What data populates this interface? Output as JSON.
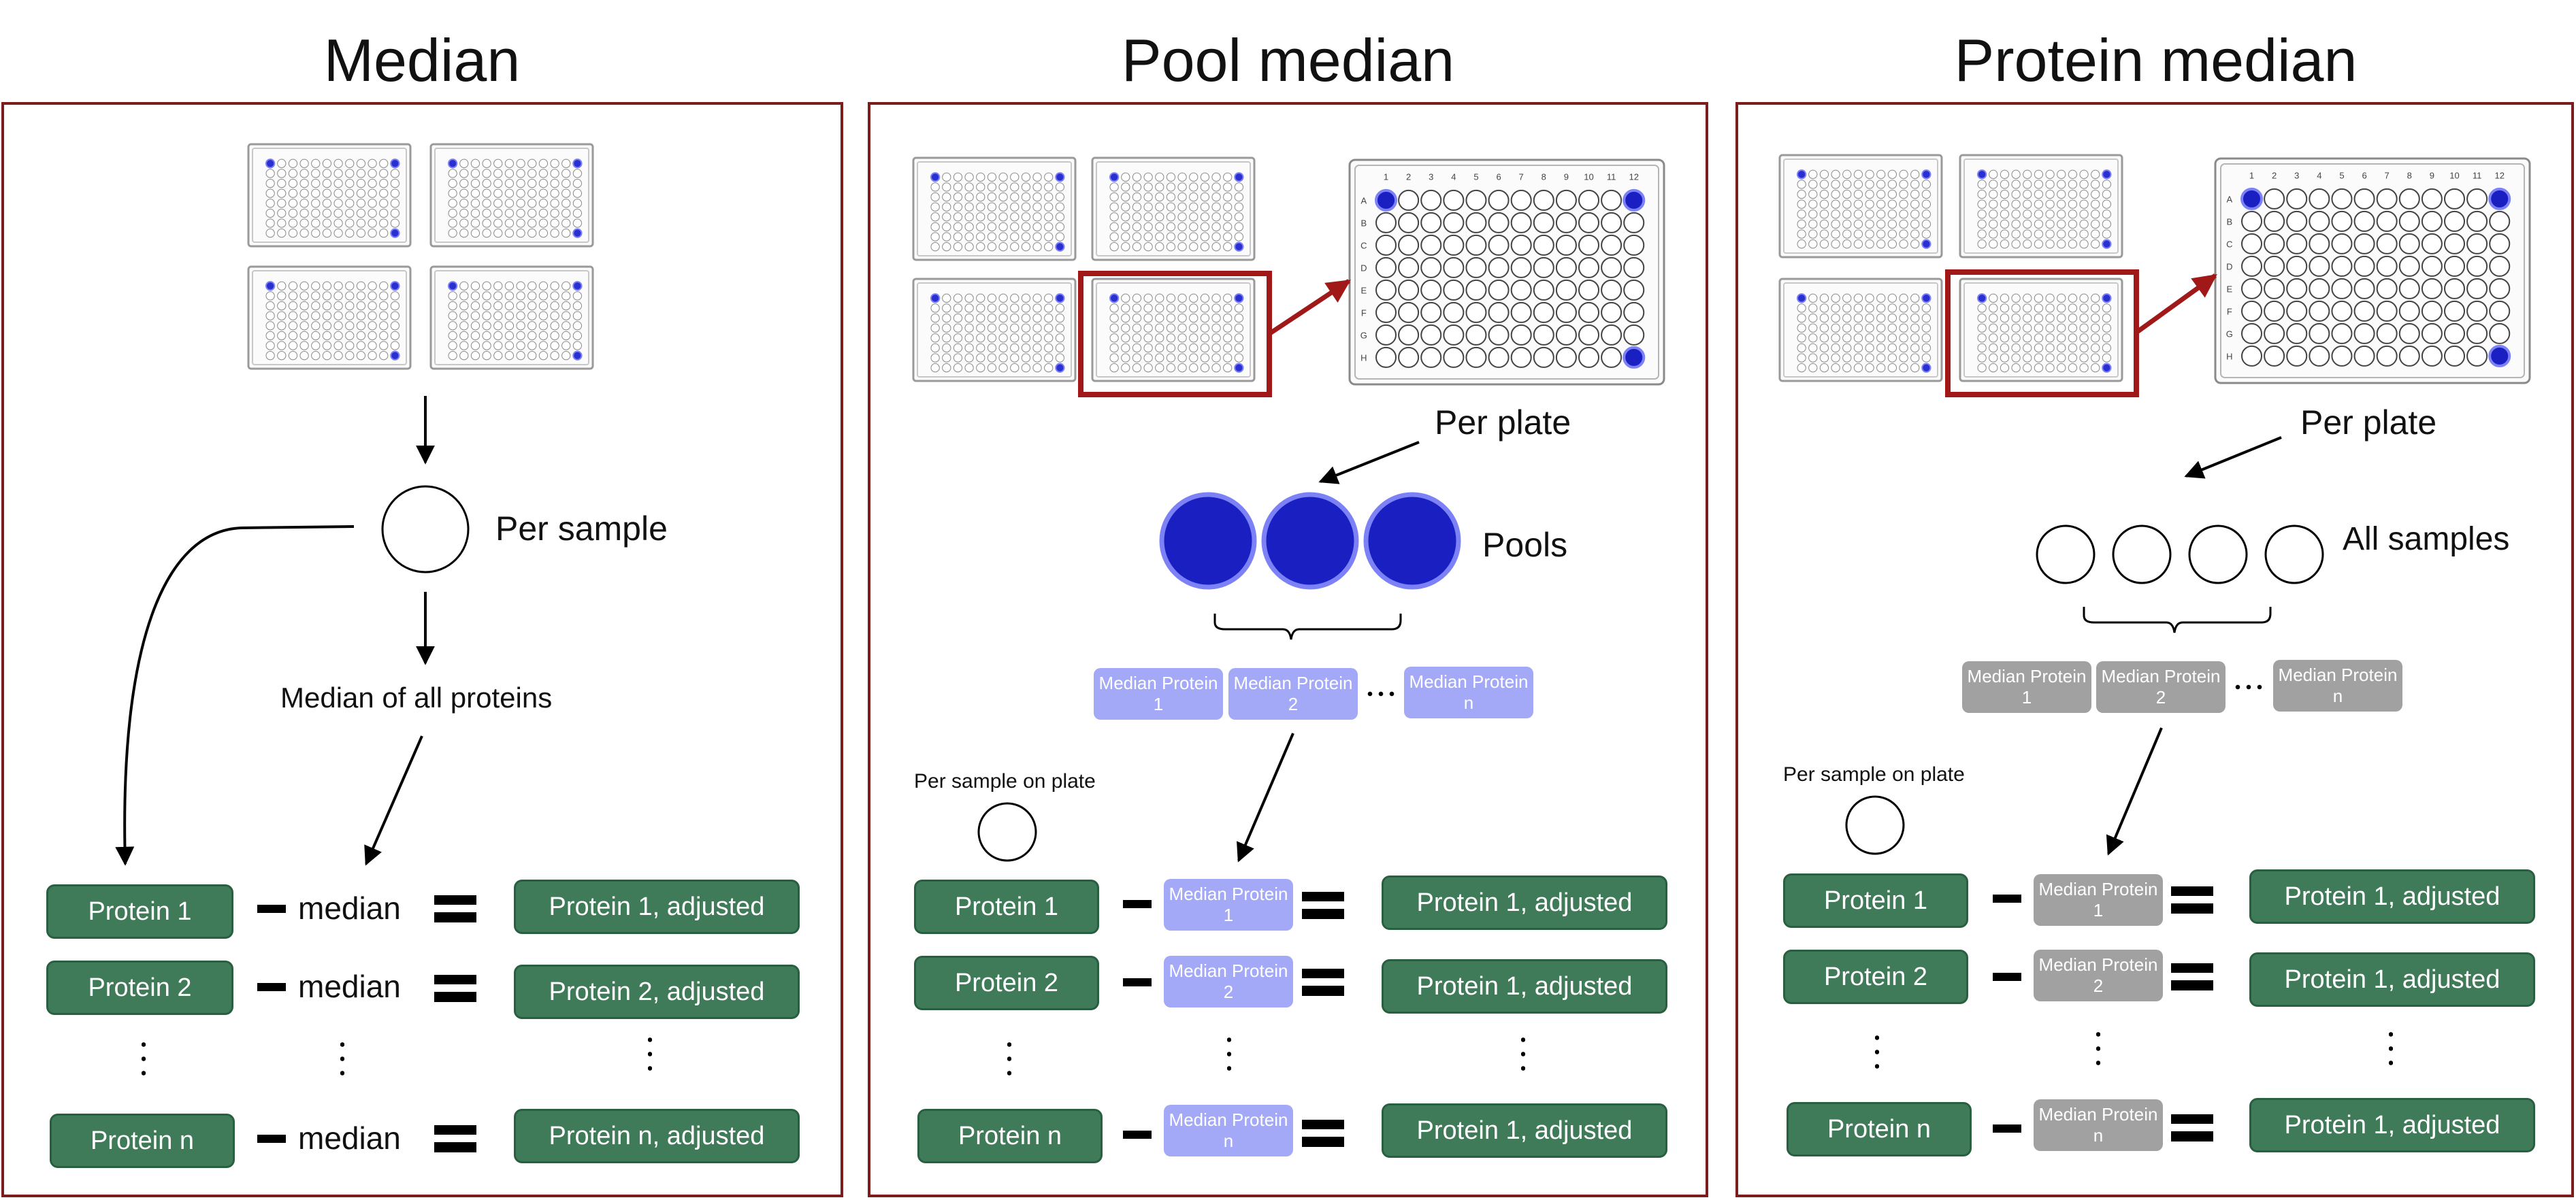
{
  "titles": {
    "median": "Median",
    "pool": "Pool median",
    "protein": "Protein median"
  },
  "labels": {
    "per_sample": "Per sample",
    "median_of_all": "Median of all proteins",
    "per_plate": "Per plate",
    "pools": "Pools",
    "all_samples": "All samples",
    "per_sample_on_plate": "Per sample on plate",
    "median_word": "median"
  },
  "proteins": {
    "p1": "Protein 1",
    "p2": "Protein 2",
    "pn": "Protein n"
  },
  "adjusted": {
    "p1": "Protein 1, adjusted",
    "p2": "Protein 2, adjusted",
    "pn": "Protein n, adjusted"
  },
  "median_boxes": {
    "p1": "Median Protein 1",
    "p2": "Median Protein 2",
    "pn": "Median Protein n"
  },
  "plate": {
    "rows": [
      "A",
      "B",
      "C",
      "D",
      "E",
      "F",
      "G",
      "H"
    ],
    "cols": [
      "1",
      "2",
      "3",
      "4",
      "5",
      "6",
      "7",
      "8",
      "9",
      "10",
      "11",
      "12"
    ]
  },
  "colors": {
    "green": "#3f7a59",
    "pool_blue": "#1a1fc2",
    "light_blue": "#a3a9f7",
    "gray": "#a1a1a1",
    "frame_red": "#7b1d1d",
    "highlight_red": "#a01818"
  }
}
